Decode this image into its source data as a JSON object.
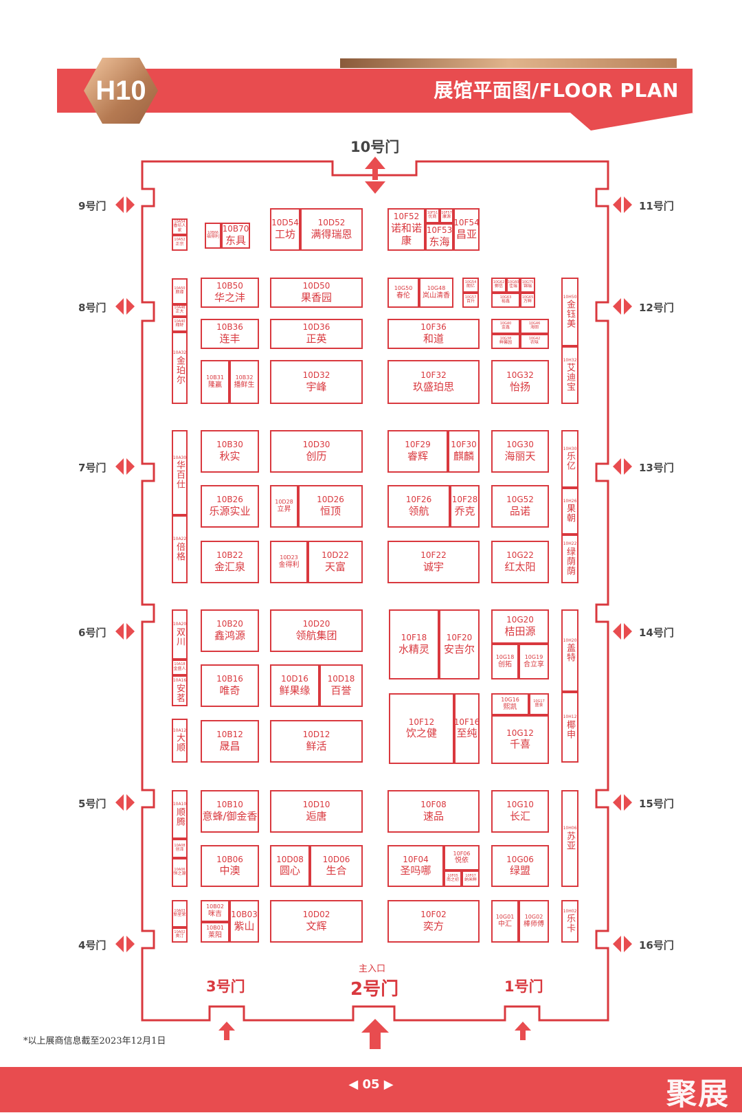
{
  "header": {
    "hall": "H10",
    "title": "展馆平面图/FLOOR PLAN"
  },
  "gates": {
    "g10": "10号门",
    "g9": "9号门",
    "g8": "8号门",
    "g7": "7号门",
    "g6": "6号门",
    "g5": "5号门",
    "g4": "4号门",
    "g11": "11号门",
    "g12": "12号门",
    "g13": "13号门",
    "g14": "14号门",
    "g15": "15号门",
    "g16": "16号门",
    "g3": "3号门",
    "g2": "2号门",
    "g1": "1号门",
    "main_entrance": "主入口"
  },
  "booths": {
    "a54": {
      "code": "10A54",
      "name": "香坊人家"
    },
    "a52": {
      "code": "10A52",
      "name": "正宗"
    },
    "b66": {
      "code": "10B66",
      "name": "福得利"
    },
    "b70": {
      "code": "10B70",
      "name": "东具"
    },
    "d54": {
      "code": "10D54",
      "name": "工坊"
    },
    "d52": {
      "code": "10D52",
      "name": "满得瑞恩"
    },
    "f52": {
      "code": "10F52",
      "name": "诺和诺康"
    },
    "f51": {
      "code": "10F51",
      "name": "优商"
    },
    "f57": {
      "code": "10F57",
      "name": "康源"
    },
    "f53": {
      "code": "10F53",
      "name": "东海"
    },
    "f54": {
      "code": "10F54",
      "name": "昌亚"
    },
    "a50": {
      "code": "10A50",
      "name": "颜缘"
    },
    "a46": {
      "code": "10A46",
      "name": "正大"
    },
    "a40": {
      "code": "10A40",
      "name": "翔轩"
    },
    "a32": {
      "code": "10A32",
      "name": "金珀尔"
    },
    "b50": {
      "code": "10B50",
      "name": "华之沣"
    },
    "d50": {
      "code": "10D50",
      "name": "果香园"
    },
    "g50": {
      "code": "10G50",
      "name": "春伦"
    },
    "g48": {
      "code": "10G48",
      "name": "岚山清香"
    },
    "g54": {
      "code": "10G54",
      "name": "朗亿"
    },
    "g57": {
      "code": "10G57",
      "name": "百升"
    },
    "g62": {
      "code": "10G62",
      "name": "鄄信"
    },
    "g60": {
      "code": "10G60",
      "name": "佳瑞"
    },
    "g75": {
      "code": "10G75",
      "name": "锦瑞"
    },
    "g63": {
      "code": "10G63",
      "name": "裕鑫"
    },
    "g65": {
      "code": "10G65",
      "name": "万鲜"
    },
    "h50": {
      "code": "10H50",
      "name": "金钰美"
    },
    "b36": {
      "code": "10B36",
      "name": "连丰"
    },
    "d36": {
      "code": "10D36",
      "name": "正英"
    },
    "f36": {
      "code": "10F36",
      "name": "和道"
    },
    "g40": {
      "code": "10G40",
      "name": "金鑫"
    },
    "g46": {
      "code": "10G46",
      "name": "海田"
    },
    "g38": {
      "code": "10G38",
      "name": "鲜馨园"
    },
    "g42": {
      "code": "10G42",
      "name": "农味"
    },
    "b31": {
      "code": "10B31",
      "name": "隆赢"
    },
    "b32": {
      "code": "10B32",
      "name": "播鲜生"
    },
    "d32": {
      "code": "10D32",
      "name": "宇峰"
    },
    "f32": {
      "code": "10F32",
      "name": "玖盛珀思"
    },
    "g32": {
      "code": "10G32",
      "name": "怡扬"
    },
    "h32": {
      "code": "10H32",
      "name": "艾迪宝"
    },
    "a30": {
      "code": "10A30",
      "name": "华百仕"
    },
    "b30": {
      "code": "10B30",
      "name": "秋实"
    },
    "d30": {
      "code": "10D30",
      "name": "创历"
    },
    "f29": {
      "code": "10F29",
      "name": "睿辉"
    },
    "f30": {
      "code": "10F30",
      "name": "麒麟"
    },
    "g30": {
      "code": "10G30",
      "name": "海丽天"
    },
    "h30": {
      "code": "10H30",
      "name": "乐亿"
    },
    "b26": {
      "code": "10B26",
      "name": "乐源实业"
    },
    "d28": {
      "code": "10D28",
      "name": "立昇"
    },
    "d26": {
      "code": "10D26",
      "name": "恒顶"
    },
    "f26": {
      "code": "10F26",
      "name": "领航"
    },
    "f28": {
      "code": "10F28",
      "name": "乔克"
    },
    "g52": {
      "code": "10G52",
      "name": "品诺"
    },
    "h26": {
      "code": "10H26",
      "name": "果朝"
    },
    "a22": {
      "code": "10A22",
      "name": "倍格"
    },
    "b22": {
      "code": "10B22",
      "name": "金汇泉"
    },
    "d23": {
      "code": "10D23",
      "name": "金得利"
    },
    "d22": {
      "code": "10D22",
      "name": "天富"
    },
    "f22": {
      "code": "10F22",
      "name": "诚宇"
    },
    "g22": {
      "code": "10G22",
      "name": "红太阳"
    },
    "h22": {
      "code": "10H22",
      "name": "绿荫荫"
    },
    "a20": {
      "code": "10A20",
      "name": "双川"
    },
    "a18": {
      "code": "10A18",
      "name": "金盛人"
    },
    "a16": {
      "code": "10A16",
      "name": "安茗"
    },
    "b20": {
      "code": "10B20",
      "name": "鑫鸿源"
    },
    "d20": {
      "code": "10D20",
      "name": "领航集团"
    },
    "f18": {
      "code": "10F18",
      "name": "水精灵"
    },
    "f20": {
      "code": "10F20",
      "name": "安吉尔"
    },
    "g20": {
      "code": "10G20",
      "name": "桔田源"
    },
    "g18": {
      "code": "10G18",
      "name": "创拓"
    },
    "g19": {
      "code": "10G19",
      "name": "合立享"
    },
    "h20": {
      "code": "10H20",
      "name": "盖特"
    },
    "b16": {
      "code": "10B16",
      "name": "唯奇"
    },
    "d16": {
      "code": "10D16",
      "name": "鲜果缘"
    },
    "d18": {
      "code": "10D18",
      "name": "百誉"
    },
    "f12": {
      "code": "10F12",
      "name": "饮之健"
    },
    "f16": {
      "code": "10F16",
      "name": "至纯"
    },
    "g16": {
      "code": "10G16",
      "name": "熙凯"
    },
    "g17": {
      "code": "10G17",
      "name": "盛食"
    },
    "g12": {
      "code": "10G12",
      "name": "千喜"
    },
    "a12": {
      "code": "10A12",
      "name": "大顺"
    },
    "b12": {
      "code": "10B12",
      "name": "晟昌"
    },
    "d12": {
      "code": "10D12",
      "name": "鲜活"
    },
    "h12": {
      "code": "10H12",
      "name": "椰申"
    },
    "a10": {
      "code": "10A10",
      "name": "顺腾"
    },
    "a08": {
      "code": "10A08",
      "name": "创泽"
    },
    "a06": {
      "code": "10A06",
      "name": "恒之源"
    },
    "b10": {
      "code": "10B10",
      "name": "意蜂/御金香"
    },
    "d10": {
      "code": "10D10",
      "name": "逅唐"
    },
    "f08": {
      "code": "10F08",
      "name": "速品"
    },
    "g10": {
      "code": "10G10",
      "name": "长汇"
    },
    "h06": {
      "code": "10H06",
      "name": "苏亚"
    },
    "b06": {
      "code": "10B06",
      "name": "中澳"
    },
    "d08": {
      "code": "10D08",
      "name": "圆心"
    },
    "d06": {
      "code": "10D06",
      "name": "生合"
    },
    "f04": {
      "code": "10F04",
      "name": "圣吗哪"
    },
    "f06": {
      "code": "10F06",
      "name": "悦依"
    },
    "f05": {
      "code": "10F05",
      "name": "南之初"
    },
    "f07": {
      "code": "10F07",
      "name": "纳米鲜"
    },
    "g06": {
      "code": "10G06",
      "name": "绿盟"
    },
    "a03": {
      "code": "10A03",
      "name": "新星荣"
    },
    "a02": {
      "code": "10A02",
      "name": "奥汀"
    },
    "b02": {
      "code": "10B02",
      "name": "咪吉"
    },
    "b01": {
      "code": "10B01",
      "name": "莱阳"
    },
    "b03": {
      "code": "10B03",
      "name": "紫山"
    },
    "d02": {
      "code": "10D02",
      "name": "文辉"
    },
    "f02": {
      "code": "10F02",
      "name": "奕方"
    },
    "g01": {
      "code": "10G01",
      "name": "中汇"
    },
    "g02": {
      "code": "10G02",
      "name": "棒师傅"
    },
    "h02": {
      "code": "10H02",
      "name": "乐卡"
    }
  },
  "note": "*以上展商信息截至2023年12月1日",
  "footer": {
    "page": "05",
    "brand": "聚展"
  },
  "colors": {
    "accent": "#e84c4f",
    "line": "#d9383e",
    "gold": "#c8946a"
  },
  "icons": [
    "double-arrow-icon",
    "up-arrow-icon"
  ]
}
